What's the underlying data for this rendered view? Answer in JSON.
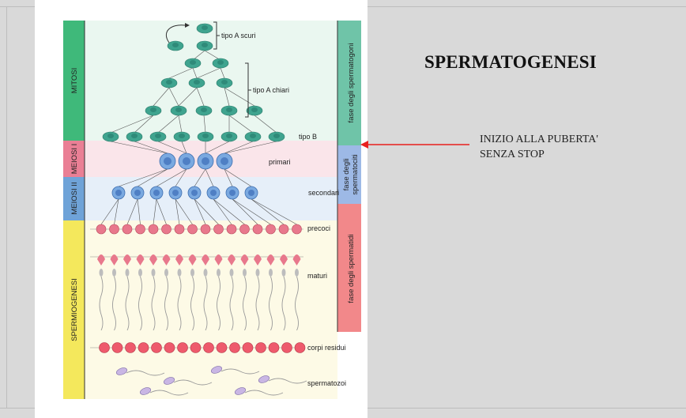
{
  "slide": {
    "title": "SPERMATOGENESI",
    "note_lines": [
      "INIZIO ALLA PUBERTA'",
      "SENZA STOP"
    ]
  },
  "diagram": {
    "left_phases": [
      {
        "label": "MITOSI",
        "color": "#3fb97a"
      },
      {
        "label": "MEIOSI I",
        "color": "#ea7f95"
      },
      {
        "label": "MEIOSI II",
        "color": "#6fa3d8"
      },
      {
        "label": "SPERMIOGENESI",
        "color": "#f4e85c"
      }
    ],
    "right_phases": [
      {
        "label": "fase degli spermatogoni",
        "color": "#6fc4a8"
      },
      {
        "label_lines": [
          "fase degli",
          "spermatociti"
        ],
        "color": "#9db9e6"
      },
      {
        "label": "fase degli spermatidi",
        "color": "#f2888a"
      }
    ],
    "stage_labels": {
      "tipo_a_scuri": "tipo A scuri",
      "tipo_a_chiari": "tipo A chiari",
      "tipo_b": "tipo B",
      "primari": "primari",
      "secondari": "secondari",
      "precoci": "precoci",
      "maturi": "maturi",
      "corpi_residui": "corpi residui",
      "spermatozoi": "spermatozoi"
    },
    "colors": {
      "spermatogonium": "#3fa48f",
      "spermatocyte": "#7aa9e0",
      "spermatid": "#e8788c",
      "residual_body": "#ee5a6c",
      "arrow": "#e8201e"
    }
  }
}
